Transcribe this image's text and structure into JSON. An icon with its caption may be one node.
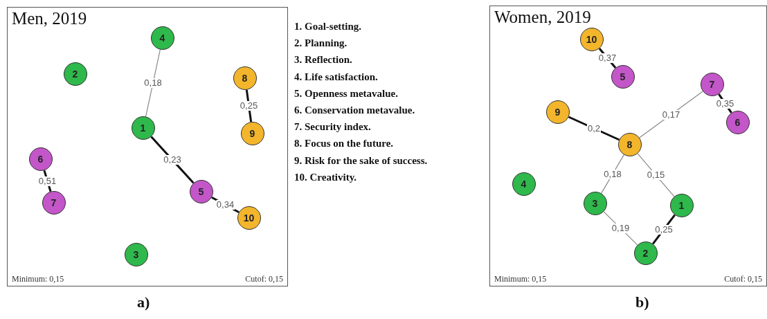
{
  "diagram": {
    "nodes": [
      {
        "text": [
          "Men, 2019",
          "Minimum: 0,15",
          "Cutof: 0,15"
        ],
        "beside": [
          "a)"
        ]
      },
      {
        "text": [
          "1"
        ],
        "in": 0
      },
      {
        "text": [
          "2"
        ],
        "in": 0
      },
      {
        "text": [
          "3"
        ],
        "in": 0
      },
      {
        "text": [
          "4"
        ],
        "in": 0
      },
      {
        "text": [
          "5"
        ],
        "in": 0
      },
      {
        "text": [
          "6"
        ],
        "in": 0
      },
      {
        "text": [
          "7"
        ],
        "in": 0
      },
      {
        "text": [
          "8"
        ],
        "in": 0
      },
      {
        "text": [
          "9"
        ],
        "in": 0
      },
      {
        "text": [
          "10"
        ],
        "in": 0
      },
      {
        "text": [
          "Women, 2019",
          "Minimum: 0,15",
          "Cutof: 0,15"
        ],
        "beside": [
          "b)"
        ]
      },
      {
        "text": [
          "1"
        ],
        "in": 11
      },
      {
        "text": [
          "2"
        ],
        "in": 11
      },
      {
        "text": [
          "3"
        ],
        "in": 11
      },
      {
        "text": [
          "4"
        ],
        "in": 11
      },
      {
        "text": [
          "5"
        ],
        "in": 11
      },
      {
        "text": [
          "6"
        ],
        "in": 11
      },
      {
        "text": [
          "7"
        ],
        "in": 11
      },
      {
        "text": [
          "8"
        ],
        "in": 11
      },
      {
        "text": [
          "9"
        ],
        "in": 11
      },
      {
        "text": [
          "10"
        ],
        "in": 11
      }
    ],
    "edges": [
      {
        "from": 4,
        "to": 1,
        "arrow": "none",
        "label": "0,18",
        "color": "#888888"
      },
      {
        "from": 8,
        "to": 9,
        "arrow": "none",
        "label": "0,25"
      },
      {
        "from": 1,
        "to": 5,
        "arrow": "none",
        "label": "0,23"
      },
      {
        "from": 6,
        "to": 7,
        "arrow": "none",
        "label": "0,51"
      },
      {
        "from": 5,
        "to": 10,
        "arrow": "none",
        "label": "0,34"
      },
      {
        "from": 21,
        "to": 16,
        "arrow": "none",
        "label": "0,37"
      },
      {
        "from": 18,
        "to": 17,
        "arrow": "none",
        "label": "0,35"
      },
      {
        "from": 20,
        "to": 19,
        "arrow": "none",
        "label": "0,2"
      },
      {
        "from": 19,
        "to": 18,
        "arrow": "none",
        "label": "0,17",
        "color": "#888888"
      },
      {
        "from": 19,
        "to": 14,
        "arrow": "none",
        "label": "0,18",
        "color": "#888888"
      },
      {
        "from": 19,
        "to": 12,
        "arrow": "none",
        "label": "0,15",
        "color": "#888888"
      },
      {
        "from": 14,
        "to": 13,
        "arrow": "none",
        "label": "0,19",
        "color": "#888888"
      },
      {
        "from": 12,
        "to": 13,
        "arrow": "none",
        "label": "0,25"
      }
    ],
    "labels": [
      "1. Goal-setting.",
      "2. Planning.",
      "3. Reflection.",
      "4. Life satisfaction.",
      "5. Openness metavalue.",
      "6. Conservation metavalue.",
      "7. Security index.",
      "8. Focus on the future.",
      "9. Risk for the sake of success.",
      "10. Creativity."
    ]
  }
}
